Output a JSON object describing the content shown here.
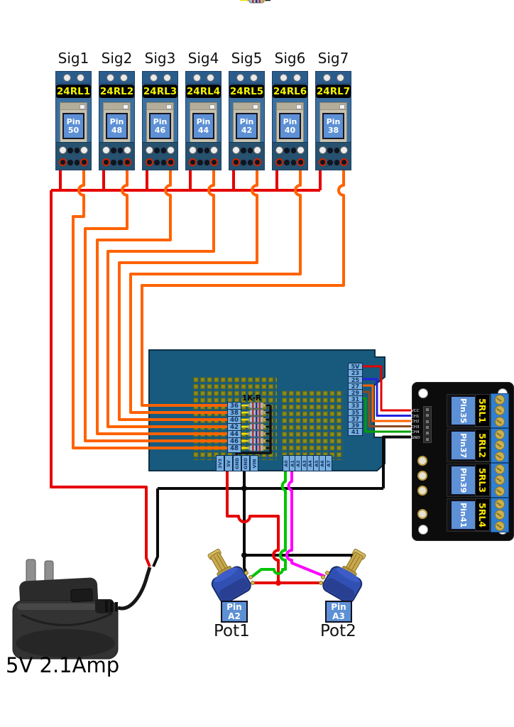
{
  "sig_labels": [
    "Sig1",
    "Sig2",
    "Sig3",
    "Sig4",
    "Sig5",
    "Sig6",
    "Sig7"
  ],
  "relays": [
    {
      "sig": "Sig1",
      "label": "24RL1",
      "pin_word": "Pin",
      "pin_num": "50"
    },
    {
      "sig": "Sig2",
      "label": "24RL2",
      "pin_word": "Pin",
      "pin_num": "48"
    },
    {
      "sig": "Sig3",
      "label": "24RL3",
      "pin_word": "Pin",
      "pin_num": "46"
    },
    {
      "sig": "Sig4",
      "label": "24RL4",
      "pin_word": "Pin",
      "pin_num": "44"
    },
    {
      "sig": "Sig5",
      "label": "24RL5",
      "pin_word": "Pin",
      "pin_num": "42"
    },
    {
      "sig": "Sig6",
      "label": "24RL6",
      "pin_word": "Pin",
      "pin_num": "40"
    },
    {
      "sig": "Sig7",
      "label": "24RL7",
      "pin_word": "Pin",
      "pin_num": "38"
    }
  ],
  "board": {
    "resistor_label": "1K-R",
    "digital_rows": [
      "36",
      "38",
      "40",
      "42",
      "44",
      "46",
      "48"
    ],
    "right_pins": [
      "5V",
      "23",
      "25",
      "27",
      "29",
      "31",
      "33",
      "35",
      "37",
      "39",
      "41"
    ],
    "power_pins": [
      "3V3",
      "5V",
      "GND",
      "GND",
      "VIN"
    ],
    "analog_pins": [
      "A0",
      "A1",
      "A2",
      "A3",
      "A4",
      "A5",
      "A6",
      "A7"
    ]
  },
  "relay_module": {
    "header_pins": [
      "VCC",
      "CH1",
      "CH2",
      "CH3",
      "CH4",
      "GND"
    ],
    "channels": [
      {
        "pin_word": "Pin",
        "pin_num": "35",
        "label": "5RL1"
      },
      {
        "pin_word": "Pin",
        "pin_num": "37",
        "label": "5RL2"
      },
      {
        "pin_word": "Pin",
        "pin_num": "39",
        "label": "5RL3"
      },
      {
        "pin_word": "Pin",
        "pin_num": "41",
        "label": "5RL4"
      }
    ]
  },
  "pots": [
    {
      "pin_word": "Pin",
      "pin_num": "A2",
      "label": "Pot1"
    },
    {
      "pin_word": "Pin",
      "pin_num": "A3",
      "label": "Pot2"
    }
  ],
  "power_supply": {
    "label": "5V 2.1Amp"
  },
  "wire_colors": {
    "red": "#e60000",
    "relay_signal_orange": "#ff6200",
    "ground_black": "#0a0a0a",
    "pot1_green": "#00c400",
    "pot2_magenta": "#ff00ff",
    "ch1_blue": "#2222dd",
    "ch2_orange": "#ff6200",
    "ch3_brown": "#8b4a1e",
    "ch4_green": "#00a000",
    "board_teal": "#175a7e",
    "pad_olive": "#8f8c15",
    "label_yellow": "#f4f400"
  }
}
